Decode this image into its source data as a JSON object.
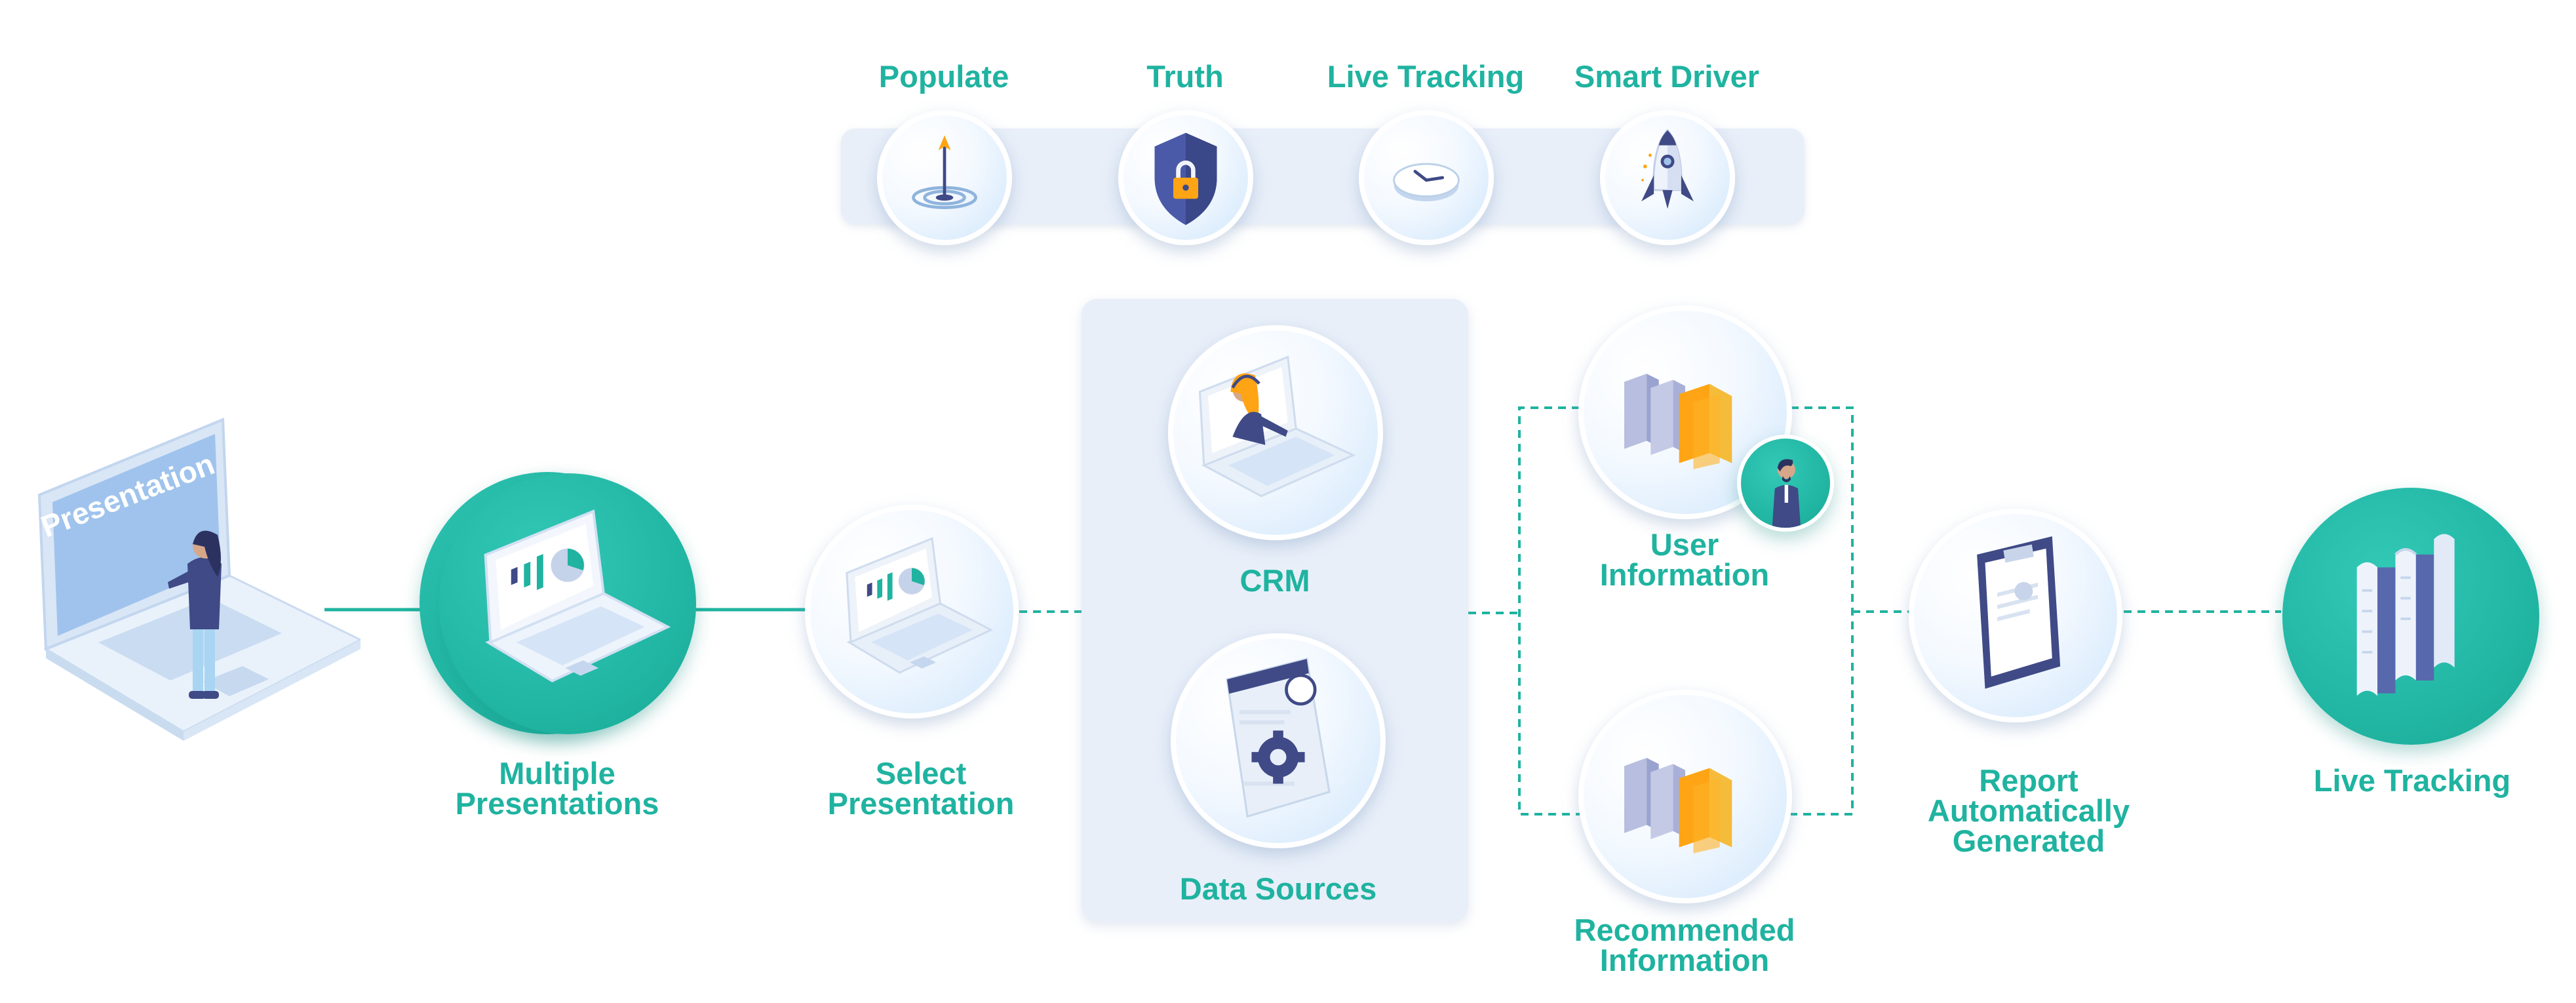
{
  "features": [
    {
      "label": "Populate",
      "icon": "target-arrow-icon"
    },
    {
      "label": "Truth",
      "icon": "shield-lock-icon"
    },
    {
      "label": "Live Tracking",
      "icon": "clock-icon"
    },
    {
      "label": "Smart Driver",
      "icon": "rocket-icon"
    }
  ],
  "start": {
    "screen_text": "Presentation",
    "icon": "laptop-presentation-icon"
  },
  "steps": {
    "multiple": "Multiple Presentations",
    "select": "Select Presentation",
    "crm": "CRM",
    "data_sources": "Data Sources",
    "user_info": "User Information",
    "recommended": "Recommended Information",
    "report": "Report Automatically Generated",
    "live": "Live Tracking"
  },
  "colors": {
    "accent": "#1fb3a0",
    "panel": "#e8eff9",
    "dashed_line": "#1fb3a0",
    "icon_navy": "#3f4a86",
    "icon_orange": "#ffa414"
  }
}
